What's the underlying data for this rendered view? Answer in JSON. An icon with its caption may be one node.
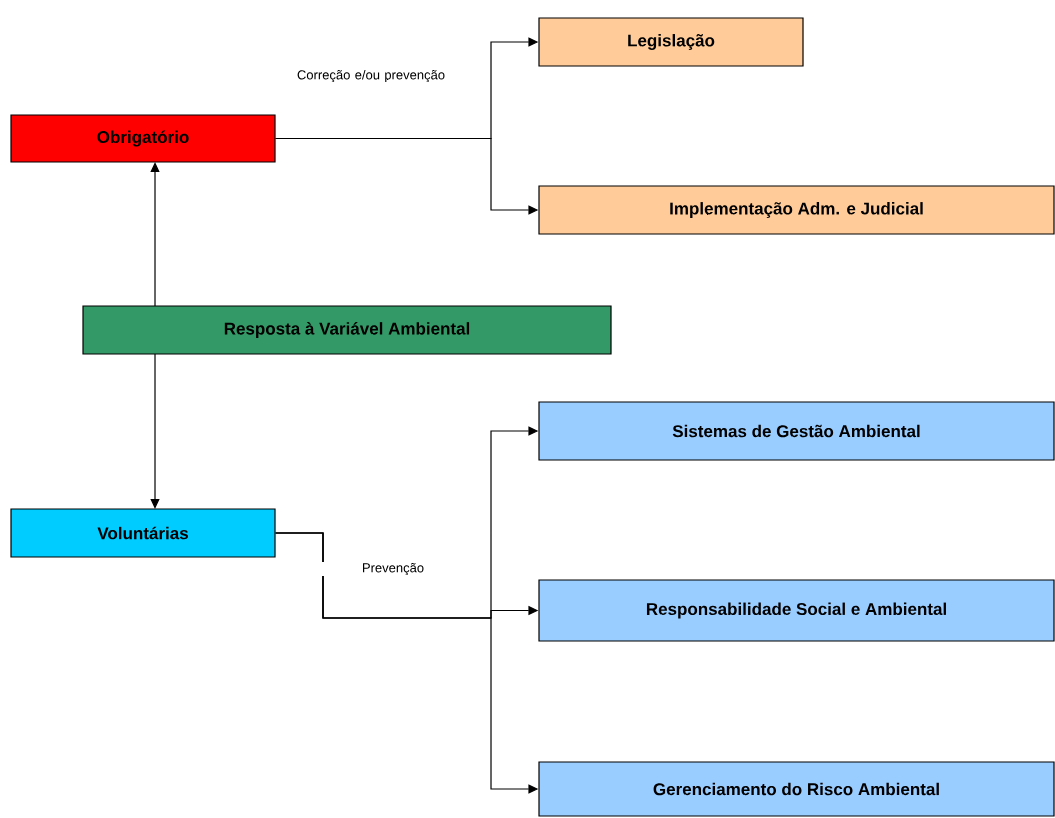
{
  "diagram": {
    "nodes": [
      {
        "text": [
          "Obrigatório"
        ]
      },
      {
        "text": [
          "Legislação"
        ]
      },
      {
        "text": [
          "Implementação Adm. e Judicial"
        ]
      },
      {
        "text": [
          "Resposta à Variável Ambiental"
        ]
      },
      {
        "text": [
          "Voluntárias"
        ]
      },
      {
        "text": [
          "Sistemas de Gestão Ambiental"
        ]
      },
      {
        "text": [
          "Responsabilidade Social e Ambiental"
        ]
      },
      {
        "text": [
          "Gerenciamento do Risco Ambiental"
        ]
      }
    ],
    "edges": [
      {
        "from": 3,
        "to": 0,
        "arrow": "to"
      },
      {
        "from": 3,
        "to": 4,
        "arrow": "to"
      },
      {
        "from": 0,
        "to": 1,
        "arrow": "to",
        "label": "Correção e/ou prevenção"
      },
      {
        "from": 0,
        "to": 2,
        "arrow": "to"
      },
      {
        "from": 4,
        "to": 5,
        "arrow": "to"
      },
      {
        "from": 4,
        "to": 6,
        "arrow": "to",
        "label": "Prevenção"
      },
      {
        "from": 4,
        "to": 7,
        "arrow": "to"
      }
    ]
  }
}
